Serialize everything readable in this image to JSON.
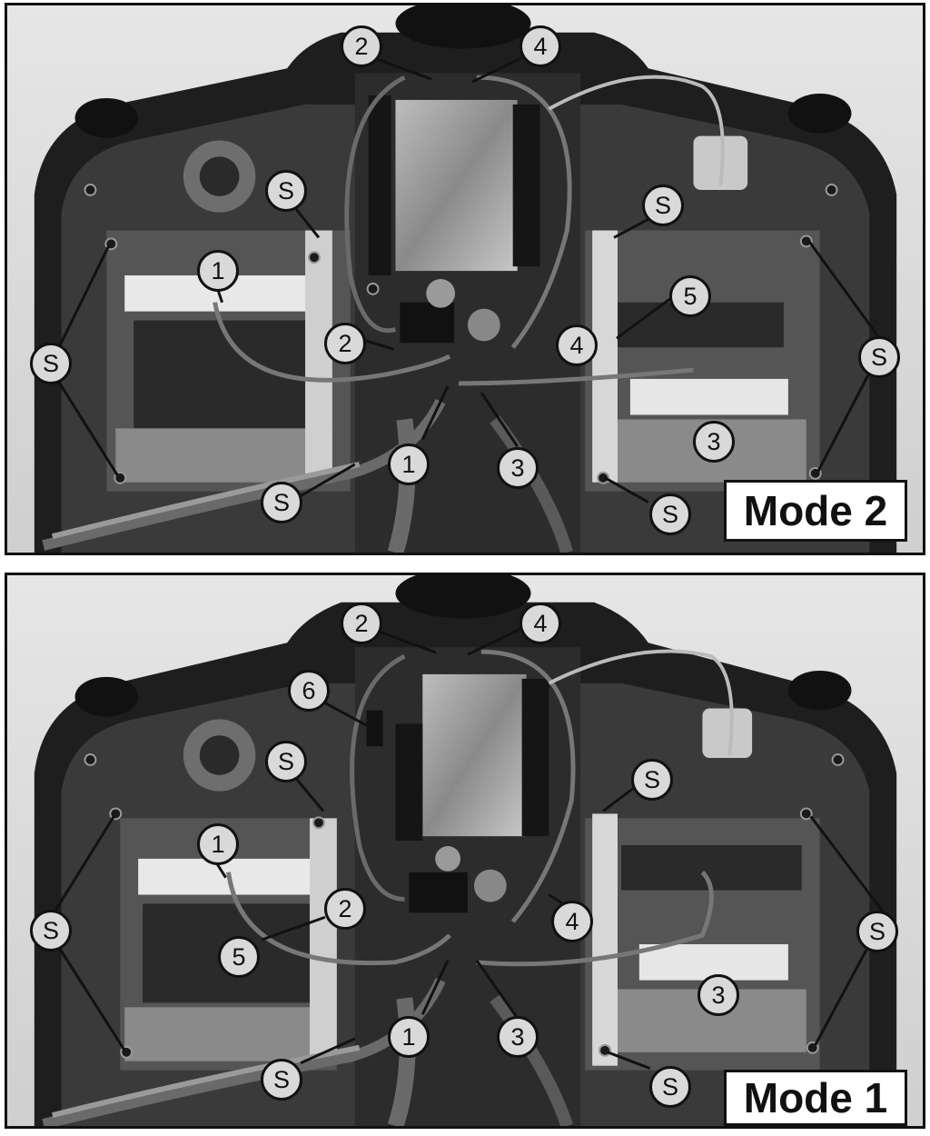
{
  "panels": [
    {
      "mode_label": "Mode 2",
      "callouts": {
        "c1": "2",
        "c2": "4",
        "c3": "S",
        "c4": "S",
        "c5": "1",
        "c6": "2",
        "c7": "S",
        "c8": "5",
        "c9": "4",
        "c10": "S",
        "c11": "1",
        "c12": "3",
        "c13": "3",
        "c14": "S",
        "c15": "S"
      }
    },
    {
      "mode_label": "Mode 1",
      "callouts": {
        "c1": "2",
        "c2": "4",
        "c3": "6",
        "c4": "S",
        "c5": "S",
        "c6": "1",
        "c7": "S",
        "c8": "2",
        "c9": "5",
        "c10": "4",
        "c11": "S",
        "c12": "1",
        "c13": "3",
        "c14": "3",
        "c15": "S",
        "c16": "S"
      }
    }
  ]
}
